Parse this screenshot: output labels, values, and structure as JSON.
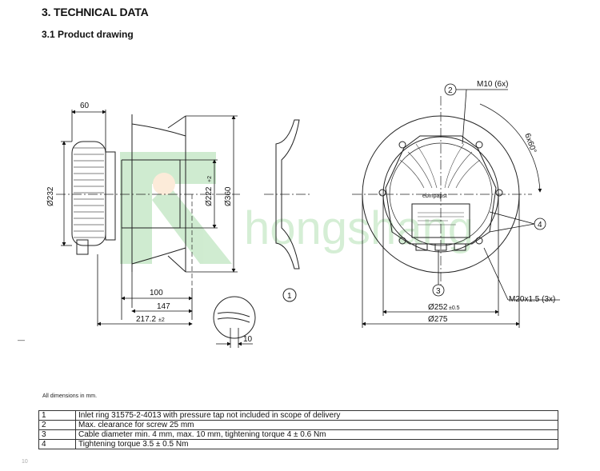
{
  "section_title": "3. TECHNICAL DATA",
  "subsection_title": "3.1 Product drawing",
  "drawing": {
    "side_view": {
      "dim_60": "60",
      "dim_232": "Ø232",
      "dim_222": "Ø222",
      "dim_222_tol": "+2",
      "dim_360": "Ø360",
      "dim_100": "100",
      "dim_147": "147",
      "dim_217": "217.2",
      "dim_217_tol": "±2",
      "dim_10": "10"
    },
    "front_view": {
      "callout_2": "2",
      "callout_3": "3",
      "callout_4": "4",
      "thread_m10": "M10 (6x)",
      "angle": "6x60°",
      "thread_m20": "M20x1.5 (3x)",
      "dim_252": "Ø252",
      "dim_252_tol": "±0.5",
      "dim_275": "Ø275",
      "brand": "ebmpapst"
    },
    "inlet_callout": "1",
    "watermark": "hongshang"
  },
  "dimensions_note": "All dimensions in mm.",
  "legend": [
    {
      "num": "1",
      "text": "Inlet ring 31575-2-4013 with pressure tap not included in scope of delivery"
    },
    {
      "num": "2",
      "text": "Max. clearance for screw 25 mm"
    },
    {
      "num": "3",
      "text": "Cable diameter min. 4 mm, max. 10 mm, tightening torque 4 ± 0.6 Nm"
    },
    {
      "num": "4",
      "text": "Tightening torque 3.5 ± 0.5 Nm"
    }
  ],
  "margin_mark": "—",
  "page_mark": "10"
}
